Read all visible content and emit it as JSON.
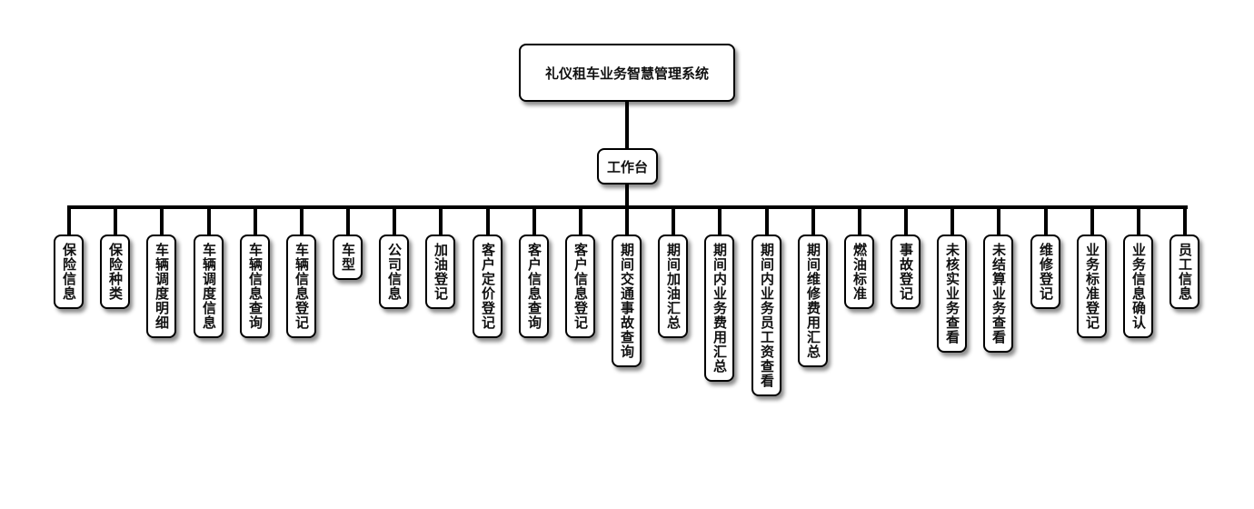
{
  "root": {
    "label": "礼仪租车业务智慧管理系统"
  },
  "workbench": {
    "label": "工作台"
  },
  "modules": [
    "保险信息",
    "保险种类",
    "车辆调度明细",
    "车辆调度信息",
    "车辆信息查询",
    "车辆信息登记",
    "车型",
    "公司信息",
    "加油登记",
    "客户定价登记",
    "客户信息查询",
    "客户信息登记",
    "期间交通事故查询",
    "期间加油汇总",
    "期间内业务费用汇总",
    "期间内业务员工资查看",
    "期间维修费用汇总",
    "燃油标准",
    "事故登记",
    "未核实业务查看",
    "未结算业务查看",
    "维修登记",
    "业务标准登记",
    "业务信息确认",
    "员工信息"
  ]
}
